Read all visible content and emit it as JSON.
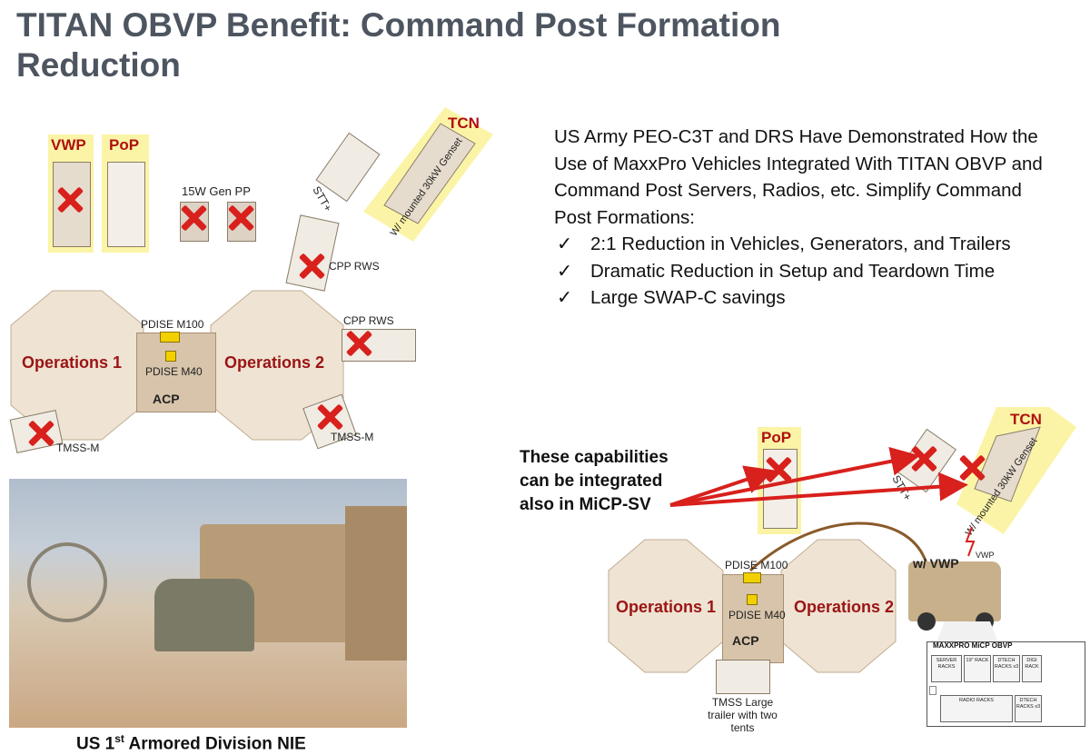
{
  "title": "TITAN OBVP Benefit: Command Post Formation Reduction",
  "left_diagram": {
    "vwp": "VWP",
    "pop": "PoP",
    "gen": "15W Gen PP",
    "tcn": "TCN",
    "tcn_sub": "W/ mounted 30kW Genset",
    "stt": "STT+",
    "cpp_rws_1": "CPP RWS",
    "cpp_rws_2": "CPP RWS",
    "pdise_m100": "PDISE M100",
    "pdise_m40": "PDISE M40",
    "acp": "ACP",
    "ops1": "Operations 1",
    "ops2": "Operations 2",
    "tmss_1": "TMSS-M",
    "tmss_2": "TMSS-M"
  },
  "text": {
    "intro": "US Army PEO-C3T and DRS Have Demonstrated How the Use of MaxxPro Vehicles Integrated With TITAN OBVP and Command Post Servers, Radios, etc. Simplify Command Post Formations:",
    "check": "✓",
    "bullets": [
      "2:1 Reduction in Vehicles, Generators, and Trailers",
      "Dramatic Reduction in Setup and Teardown Time",
      "Large SWAP-C savings"
    ]
  },
  "callout": "These capabilities can be integrated also in MiCP-SV",
  "right_diagram": {
    "pop": "PoP",
    "tcn": "TCN",
    "tcn_sub": "W/ mounted 30kW Genset",
    "stt": "STT+",
    "pdise_m100": "PDISE M100",
    "pdise_m40": "PDISE M40",
    "acp": "ACP",
    "ops1": "Operations 1",
    "ops2": "Operations 2",
    "wvwp": "w/ VWP",
    "vwp": "VWP",
    "tmss": "TMSS Large trailer with two tents"
  },
  "panel": {
    "title": "MAXXPRO MiCP OBVP",
    "racks": [
      "SERVER RACKS",
      "19\" RACK",
      "DTECH RACKS x3",
      "DIGI RACK",
      "RADIO RACKS",
      "DTECH RACKS x3"
    ]
  },
  "caption": {
    "pre": "US 1",
    "sup": "st",
    "post": " Armored Division NIE"
  },
  "colors": {
    "title": "#4d5560",
    "accent_red": "#d8201c",
    "highlight": "#fbf4a6",
    "tent": "#efe3d3"
  }
}
